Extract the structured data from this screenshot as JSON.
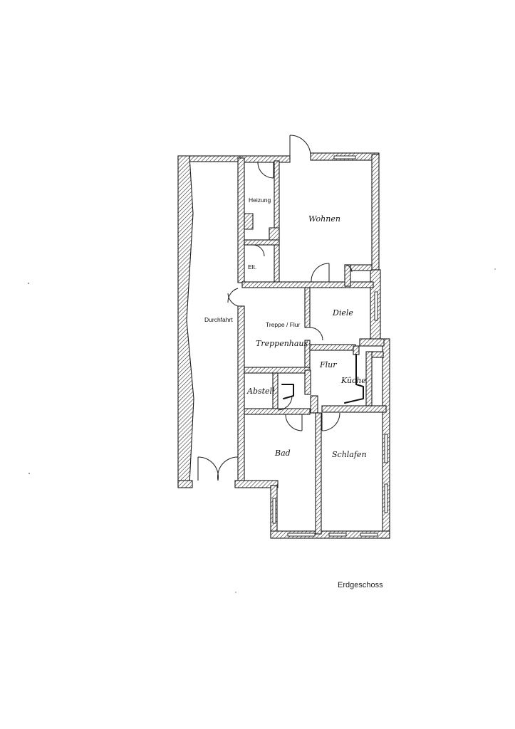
{
  "floor_plan": {
    "rooms": {
      "heizung": "Heizung",
      "elt": "Elt.",
      "durchfahrt": "Durchfahrt",
      "treppe": "Treppe / Flur",
      "treppenhaus": "Treppenhaus",
      "wohnen": "Wohnen",
      "diele": "Diele",
      "flur": "Flur",
      "kueche": "Küche",
      "abstell": "Abstell.",
      "bad": "Bad",
      "schlafen": "Schlafen"
    },
    "caption": "Erdgeschoss"
  }
}
